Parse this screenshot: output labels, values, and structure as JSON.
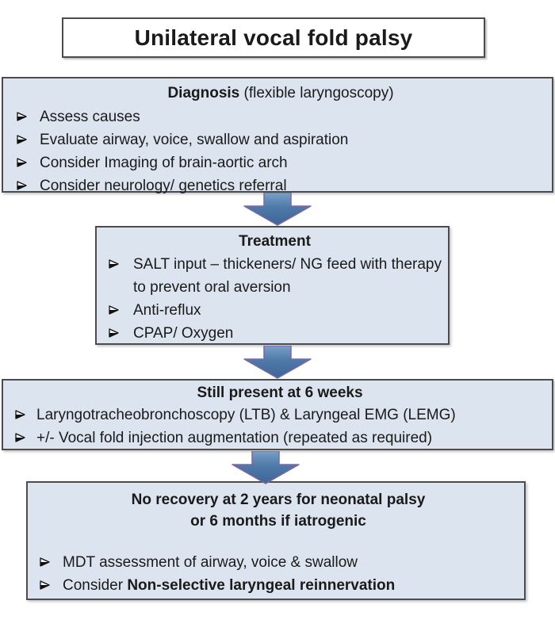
{
  "title": "Unilateral vocal fold palsy",
  "icons": {
    "bullet_glyph": "➢",
    "flow_arrow": "⬇"
  },
  "colors": {
    "box_fill": "#dce4ef",
    "box_border": "#4c4c4c",
    "title_border": "#4c4c4c",
    "arrow_fill_top": "#7aa0c8",
    "arrow_fill_mid": "#4e79a8",
    "arrow_fill_bottom": "#3d6697",
    "arrow_outline": "#7b68a5",
    "text": "#1a1a1a"
  },
  "boxes": [
    {
      "id": "diagnosis",
      "header_bold": "Diagnosis",
      "header_rest": " (flexible laryngoscopy)",
      "bullets": [
        "Assess causes",
        "Evaluate airway, voice, swallow and aspiration",
        "Consider Imaging of brain-aortic arch",
        "Consider neurology/ genetics referral"
      ]
    },
    {
      "id": "treatment",
      "header_bold": "Treatment",
      "header_rest": "",
      "bullets": [
        "SALT input – thickeners/ NG feed with therapy to prevent oral aversion",
        "Anti-reflux",
        "CPAP/ Oxygen"
      ]
    },
    {
      "id": "still-present-6-weeks",
      "header_bold": "Still present at 6 weeks",
      "header_rest": "",
      "bullets": [
        "Laryngotracheobronchoscopy (LTB) & Laryngeal EMG (LEMG)",
        "+/- Vocal fold injection augmentation (repeated as required)"
      ]
    },
    {
      "id": "no-recovery",
      "header_line1": "No recovery at 2 years for neonatal palsy",
      "header_line2": "or 6 months if iatrogenic",
      "bullets": [
        "MDT assessment of airway, voice & swallow"
      ],
      "bullet2_prefix": "Consider ",
      "bullet2_bold": "Non-selective laryngeal reinnervation"
    }
  ]
}
